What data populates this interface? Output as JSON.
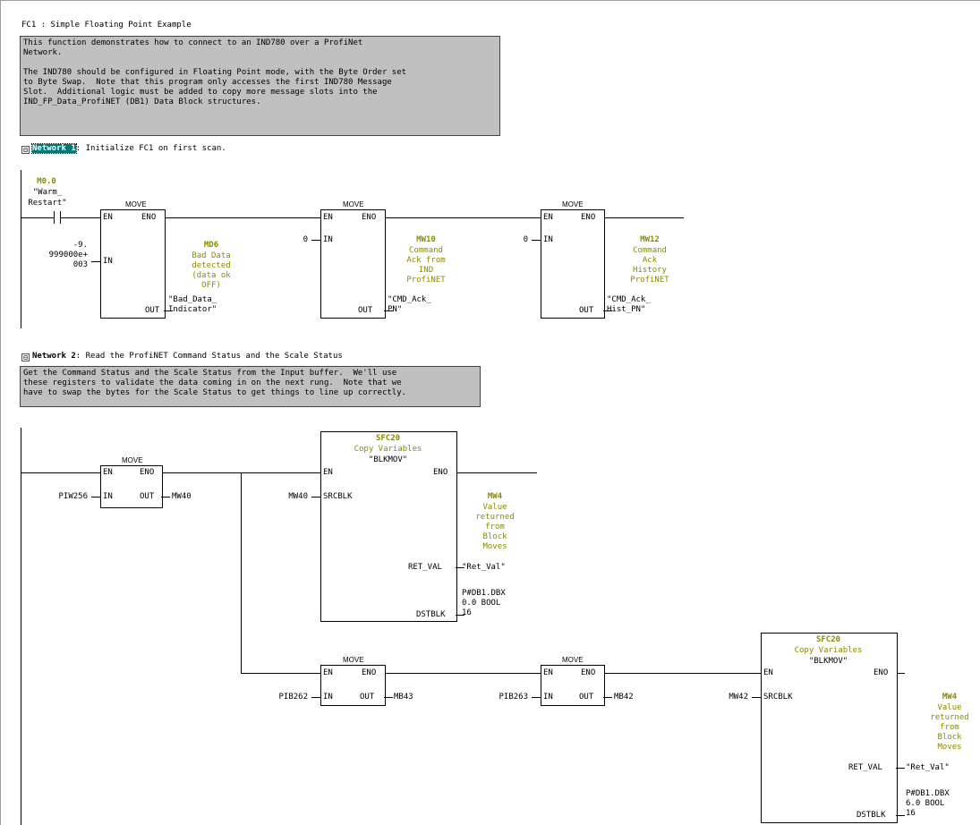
{
  "header": {
    "title": "FC1 : Simple Floating Point Example"
  },
  "intro_comment": "This function demonstrates how to connect to an IND780 over a ProfiNet\nNetwork.\n\nThe IND780 should be configured in Floating Point mode, with the Byte Order set\nto Byte Swap.  Note that this program only accesses the first IND780 Message\nSlot.  Additional logic must be added to copy more message slots into the\nIND_FP_Data_ProfiNET (DB1) Data Block structures.",
  "network1": {
    "toggle": "⊟",
    "label": "Network 1",
    "title": ": Initialize FC1 on first scan.",
    "contact": {
      "address": "M0.0",
      "symbol": "\"Warm_\nRestart\""
    },
    "move1": {
      "title": "MOVE",
      "en": "EN",
      "eno": "ENO",
      "in": "IN",
      "out": "OUT",
      "in_value": "-9.\n999000e+\n003",
      "out_addr": "MD6",
      "out_comment": "Bad Data\ndetected\n(data ok\nOFF)",
      "out_symbol": "\"Bad_Data_\nIndicator\""
    },
    "move2": {
      "title": "MOVE",
      "en": "EN",
      "eno": "ENO",
      "in": "IN",
      "out": "OUT",
      "in_value": "0",
      "out_addr": "MW10",
      "out_comment": "Command\nAck from\nIND\nProfiNET",
      "out_symbol": "\"CMD_Ack_\nPN\""
    },
    "move3": {
      "title": "MOVE",
      "en": "EN",
      "eno": "ENO",
      "in": "IN",
      "out": "OUT",
      "in_value": "0",
      "out_addr": "MW12",
      "out_comment": "Command\nAck\nHistory\nProfiNET",
      "out_symbol": "\"CMD_Ack_\nHist_PN\""
    }
  },
  "network2": {
    "toggle": "⊟",
    "label": "Network 2",
    "title": ": Read the ProfiNET Command Status and the Scale Status",
    "comment": "Get the Command Status and the Scale Status from the Input buffer.  We'll use\nthese registers to validate the data coming in on the next rung.  Note that we\nhave to swap the bytes for the Scale Status to get things to line up correctly.",
    "move_a": {
      "title": "MOVE",
      "en": "EN",
      "eno": "ENO",
      "in": "IN",
      "out": "OUT",
      "in_value": "PIW256",
      "out_value": "MW40"
    },
    "sfc_a": {
      "name": "SFC20",
      "desc": "Copy Variables",
      "symbol": "\"BLKMOV\"",
      "en": "EN",
      "eno": "ENO",
      "srcblk": "SRCBLK",
      "ret_val": "RET_VAL",
      "dstblk": "DSTBLK",
      "src_value": "MW40",
      "ret_addr": "MW4",
      "ret_comment": "Value\nreturned\nfrom\nBlock\nMoves",
      "ret_symbol": "\"Ret_Val\"",
      "dst_value": "P#DB1.DBX\n0.0 BOOL\n16"
    },
    "move_b": {
      "title": "MOVE",
      "en": "EN",
      "eno": "ENO",
      "in": "IN",
      "out": "OUT",
      "in_value": "PIB262",
      "out_value": "MB43"
    },
    "move_c": {
      "title": "MOVE",
      "en": "EN",
      "eno": "ENO",
      "in": "IN",
      "out": "OUT",
      "in_value": "PIB263",
      "out_value": "MB42"
    },
    "sfc_b": {
      "name": "SFC20",
      "desc": "Copy Variables",
      "symbol": "\"BLKMOV\"",
      "en": "EN",
      "eno": "ENO",
      "srcblk": "SRCBLK",
      "ret_val": "RET_VAL",
      "dstblk": "DSTBLK",
      "src_value": "MW42",
      "ret_addr": "MW4",
      "ret_comment": "Value\nreturned\nfrom\nBlock\nMoves",
      "ret_symbol": "\"Ret_Val\"",
      "dst_value": "P#DB1.DBX\n6.0 BOOL\n16"
    }
  }
}
